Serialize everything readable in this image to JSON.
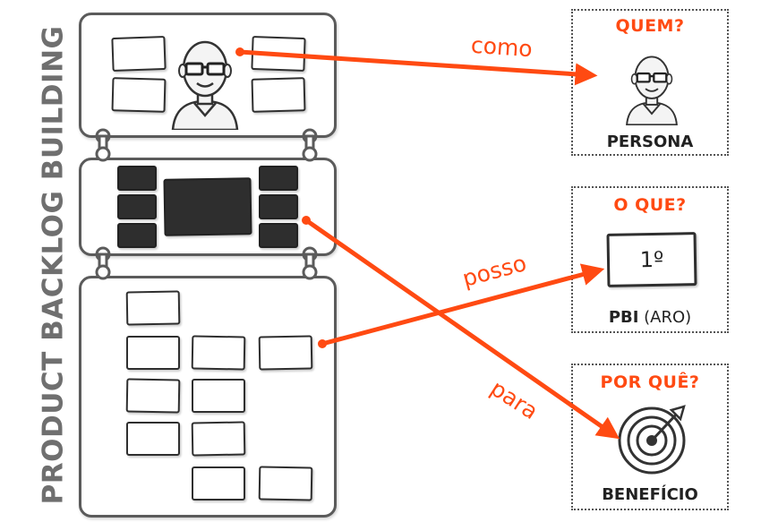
{
  "diagram": {
    "vertical_title": "PRODUCT BACKLOG BUILDING",
    "boxes": {
      "quem": {
        "heading": "QUEM?",
        "footer": "PERSONA",
        "icon": "persona-face-icon"
      },
      "oque": {
        "heading": "O QUE?",
        "footer_bold": "PBI",
        "footer_rest": " (ARO)",
        "card_text": "1º"
      },
      "porque": {
        "heading": "POR QUÊ?",
        "footer": "BENEFÍCIO",
        "icon": "target-icon"
      }
    },
    "links": [
      {
        "label": "como",
        "from": "persona",
        "to": "quem"
      },
      {
        "label": "posso",
        "from": "backlog-items",
        "to": "oque"
      },
      {
        "label": "para",
        "from": "dark-features",
        "to": "porque"
      }
    ],
    "colors": {
      "accent": "#ff4a12",
      "ink": "#2e2e2e",
      "frame": "#5b5b5b",
      "title": "#6f6f6f"
    }
  }
}
